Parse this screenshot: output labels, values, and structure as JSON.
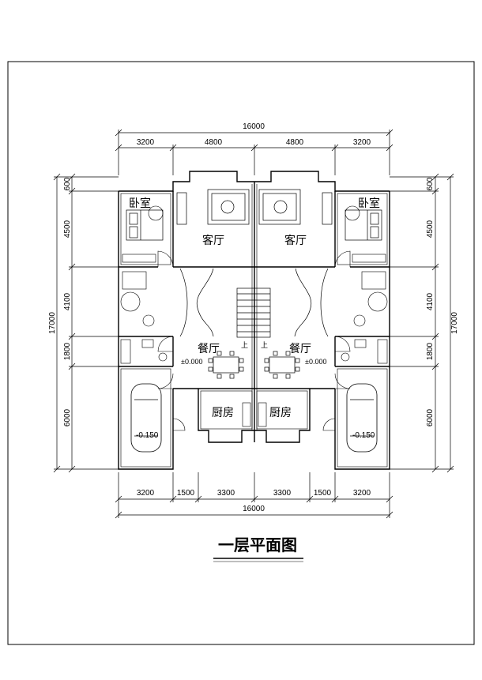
{
  "drawing": {
    "title": "一层平面图"
  },
  "dimensions": {
    "top_total": "16000",
    "top_segments": [
      "3200",
      "4800",
      "4800",
      "3200"
    ],
    "bottom_segments": [
      "3200",
      "1500",
      "3300",
      "3300",
      "1500",
      "3200"
    ],
    "bottom_total": "16000",
    "left_segments": [
      "600",
      "4500",
      "4100",
      "1800",
      "6000"
    ],
    "left_total": "17000",
    "right_segments": [
      "600",
      "4500",
      "4100",
      "1800",
      "6000"
    ],
    "right_total": "17000"
  },
  "rooms": {
    "bedroom_left": "卧室",
    "bedroom_right": "卧室",
    "living_left": "客厅",
    "living_right": "客厅",
    "dining_left": "餐厅",
    "dining_right": "餐厅",
    "kitchen_left": "厨房",
    "kitchen_right": "厨房"
  },
  "annotations": {
    "elev_dining_left": "±0.000",
    "elev_dining_right": "±0.000",
    "elev_garage_left": "-0.150",
    "elev_garage_right": "-0.150",
    "stair_up_left": "上",
    "stair_up_right": "上"
  }
}
